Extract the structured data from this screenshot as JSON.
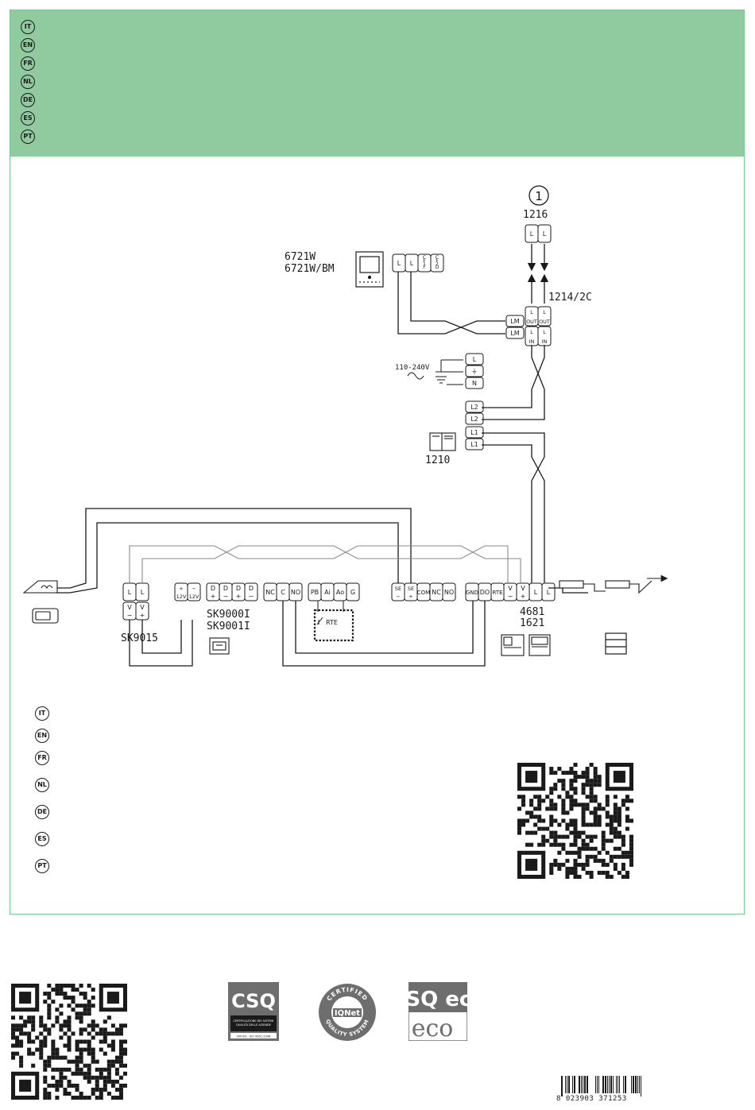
{
  "header_languages": [
    "IT",
    "EN",
    "FR",
    "NL",
    "DE",
    "ES",
    "PT"
  ],
  "footer_languages": [
    "IT",
    "EN",
    "FR",
    "NL",
    "DE",
    "ES",
    "PT"
  ],
  "diagram": {
    "circle_number": "1",
    "labels": {
      "m1216": "1216",
      "m1214": "1214/2C",
      "m6721a": "6721W",
      "m6721b": "6721W/BM",
      "m1210": "1210",
      "mains": "110-240V",
      "sk9000a": "SK9000I",
      "sk9000b": "SK9001I",
      "sk9015": "SK9015",
      "m4681": "4681",
      "m1621": "1621",
      "rte": "RTE"
    },
    "terminals": {
      "t1216": [
        "L",
        "L"
      ],
      "t6721": [
        "L",
        "L",
        "CF1F",
        "CF2D"
      ],
      "t1214_top": [
        "L OUT",
        "L OUT"
      ],
      "t1214_bottom": [
        "L IN",
        "L IN"
      ],
      "t1214_lm": [
        "LM",
        "LM"
      ],
      "t1210": [
        "L",
        "⏚",
        "N",
        "L2",
        "L2",
        "L1",
        "L1"
      ],
      "tsk9015_top": [
        "L",
        "L"
      ],
      "tsk9015_bottom": [
        "V −",
        "V +"
      ],
      "tpower": [
        "+ 12V",
        "− 12V"
      ],
      "tdata": [
        "D +",
        "D −",
        "D +",
        "D −"
      ],
      "trelay": [
        "NC",
        "C",
        "NO"
      ],
      "tinputs": [
        "PB",
        "Ai",
        "Ao",
        "G"
      ],
      "tmain": [
        "SE −",
        "SE +",
        "COM",
        "NC",
        "NO"
      ],
      "tright": [
        "GND",
        "DO",
        "RTE",
        "V −",
        "V +",
        "L",
        "L"
      ]
    }
  },
  "barcode": {
    "number": "8 023903 371253"
  },
  "certifications": [
    "CSQ",
    "IQNet",
    "CSQ eco"
  ],
  "cert_texts": {
    "csq_line1": "CERTIFICAZIONE DEI SISTEMI",
    "csq_line2": "QUALITÀ DELLE AZIENDE",
    "csq_line3": "UNI EN - ISO 9001:2008",
    "iqnet_arc_top": "CERTIFIED",
    "iqnet_arc_bottom": "QUALITY SYSTEM",
    "eco": "eco"
  },
  "colors": {
    "header_green": "#8fcb9f",
    "frame_green": "#7cc493",
    "ink": "#1a1a1a",
    "cert_gray": "#6e6e6e"
  }
}
